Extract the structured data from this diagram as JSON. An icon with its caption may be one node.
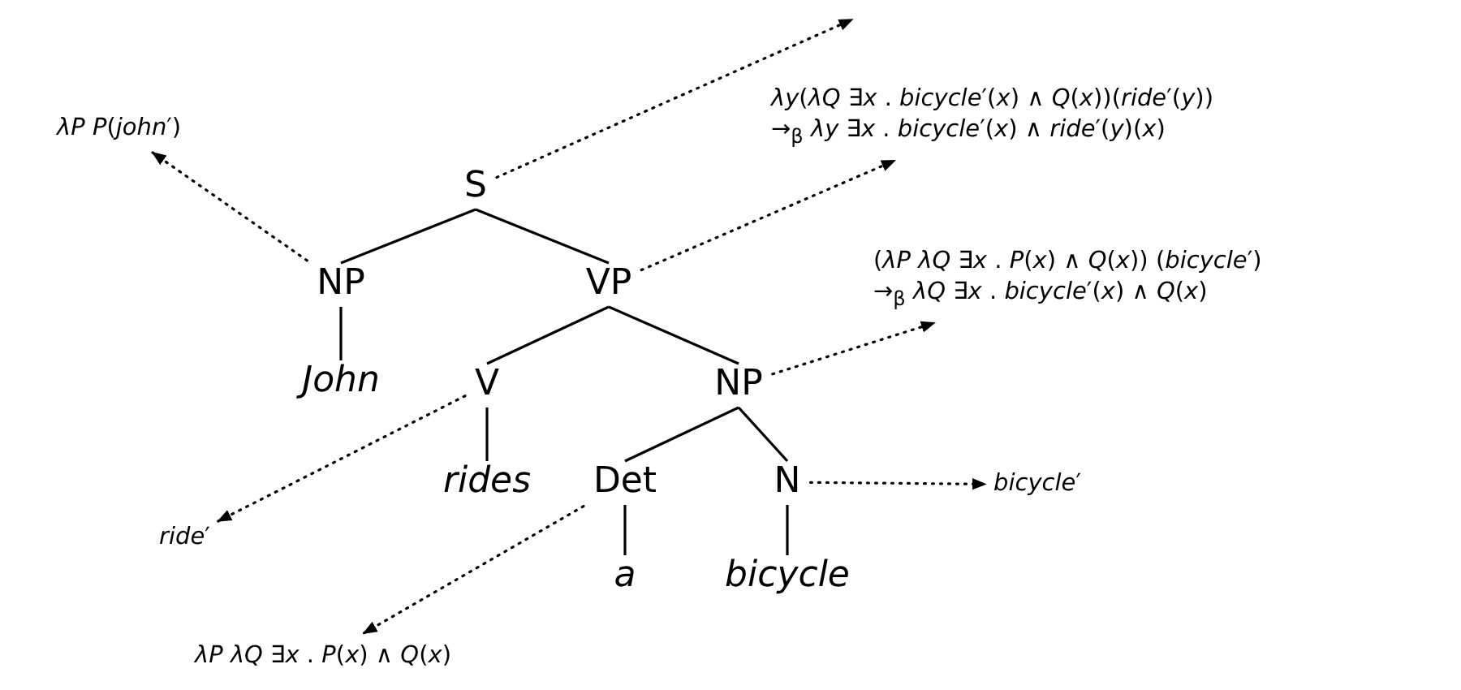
{
  "diagram": {
    "nodes": [
      {
        "text": [
          "S"
        ]
      },
      {
        "text": [
          "NP"
        ]
      },
      {
        "text": [
          "VP"
        ]
      },
      {
        "text": [
          "John"
        ]
      },
      {
        "text": [
          "V"
        ]
      },
      {
        "text": [
          "NP"
        ]
      },
      {
        "text": [
          "rides"
        ]
      },
      {
        "text": [
          "Det"
        ]
      },
      {
        "text": [
          "N"
        ]
      },
      {
        "text": [
          "a"
        ]
      },
      {
        "text": [
          "bicycle"
        ]
      },
      {
        "text": [
          "*λP* *P*(*john*′)"
        ]
      },
      {
        "text": [
          "*λy*(*λQ* ∃*x* . *bicycle*′(*x*) ∧ *Q*(*x*))(*ride*′(*y*))",
          "→$_{β}$ *λy* ∃*x* . *bicycle*′(*x*) ∧ *ride*′(*y*)(*x*)"
        ]
      },
      {
        "text": [
          "(*λP* *λQ* ∃*x* . *P*(*x*) ∧ *Q*(*x*)) (*bicycle*′)",
          "→$_{β}$ *λQ* ∃*x* . *bicycle*′(*x*) ∧ *Q*(*x*)"
        ]
      },
      {
        "text": [
          "*ride*′"
        ]
      },
      {
        "text": [
          "*bicycle*′"
        ]
      },
      {
        "text": [
          "*λP* *λQ* ∃*x* . *P*(*x*) ∧ *Q*(*x*)"
        ]
      }
    ],
    "edges": [
      {
        "from": 0,
        "to": 1,
        "arrow": "none"
      },
      {
        "from": 0,
        "to": 2,
        "arrow": "none"
      },
      {
        "from": 1,
        "to": 3,
        "arrow": "none"
      },
      {
        "from": 2,
        "to": 4,
        "arrow": "none"
      },
      {
        "from": 2,
        "to": 5,
        "arrow": "none"
      },
      {
        "from": 4,
        "to": 6,
        "arrow": "none"
      },
      {
        "from": 5,
        "to": 7,
        "arrow": "none"
      },
      {
        "from": 5,
        "to": 8,
        "arrow": "none"
      },
      {
        "from": 7,
        "to": 9,
        "arrow": "none"
      },
      {
        "from": 8,
        "to": 10,
        "arrow": "none"
      },
      {
        "from": 1,
        "to": 11,
        "arrow": "to",
        "style": "dashed"
      },
      {
        "from": 0,
        "to": null,
        "arrow": "to",
        "style": "dashed"
      },
      {
        "from": 2,
        "to": 12,
        "arrow": "to",
        "style": "dashed"
      },
      {
        "from": 5,
        "to": 13,
        "arrow": "to",
        "style": "dashed"
      },
      {
        "from": 4,
        "to": 14,
        "arrow": "to",
        "style": "dashed"
      },
      {
        "from": 8,
        "to": 15,
        "arrow": "to",
        "style": "dashed"
      },
      {
        "from": 7,
        "to": 16,
        "arrow": "to",
        "style": "dashed"
      }
    ]
  }
}
